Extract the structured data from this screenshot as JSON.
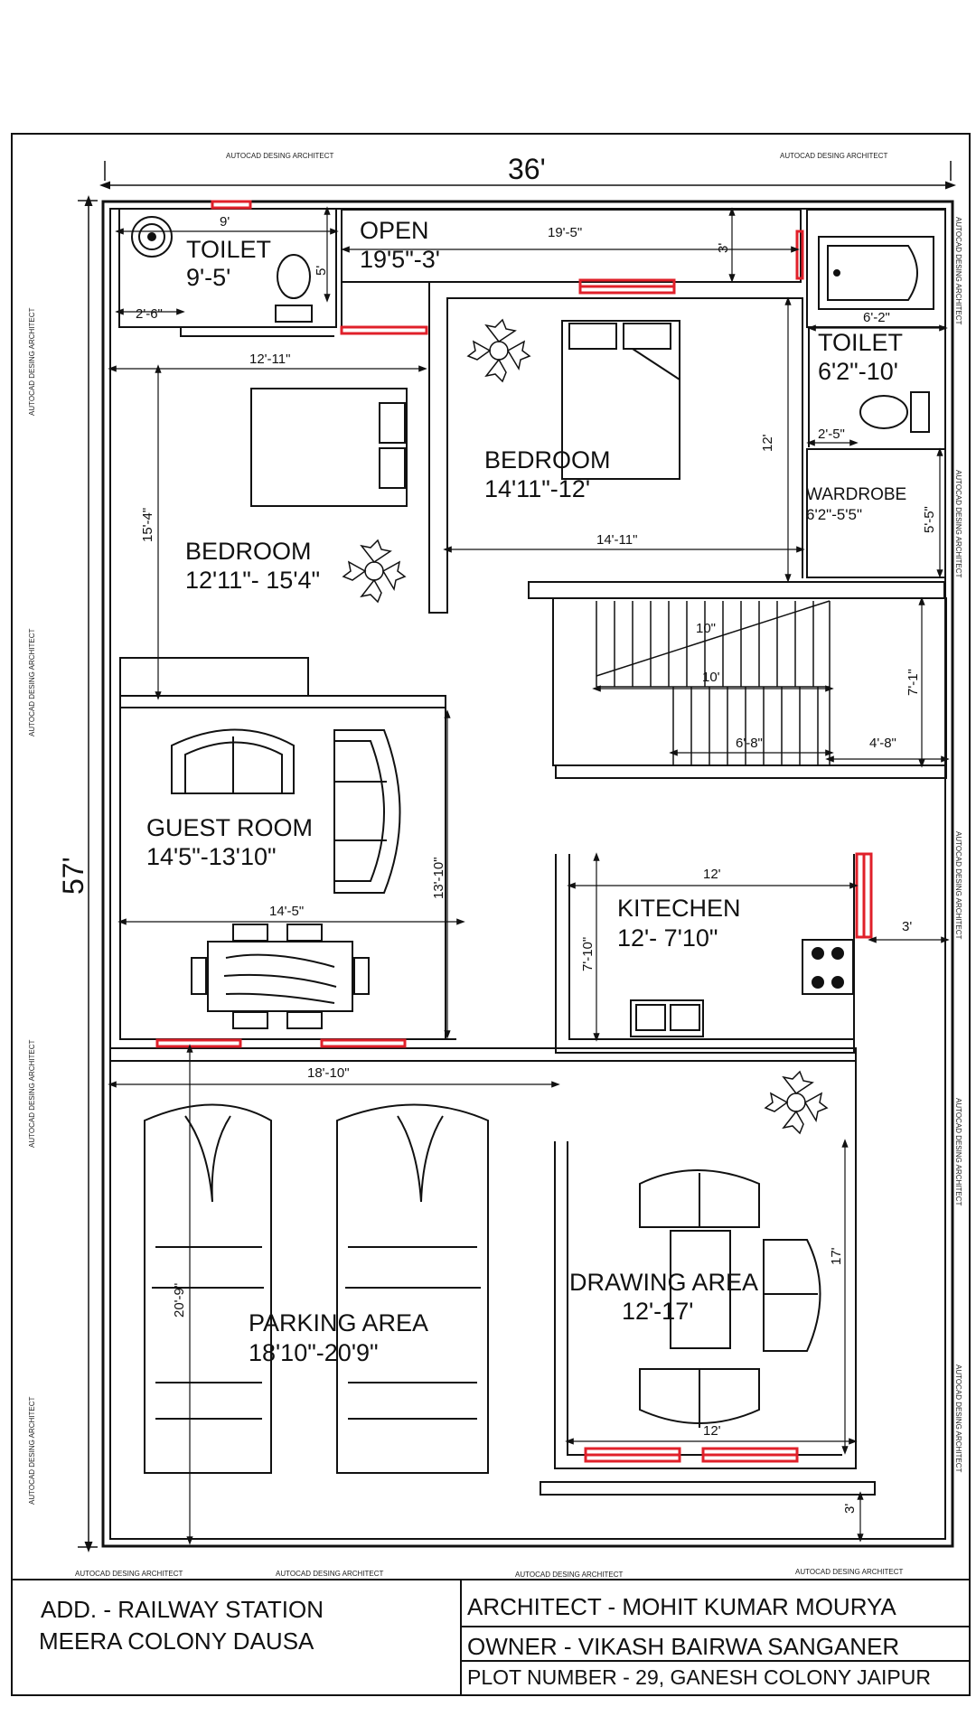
{
  "overall": {
    "width": "36'",
    "depth": "57'"
  },
  "watermark": "AUTOCAD DESING ARCHITECT",
  "rooms": {
    "toilet1": {
      "name": "TOILET",
      "size": "9'-5'",
      "dim_w": "9'",
      "dim_h": "5'",
      "dim_door": "2'-6\""
    },
    "open": {
      "name": "OPEN",
      "size": "19'5\"-3'",
      "dim_w": "19'-5\"",
      "dim_h": "3'"
    },
    "toilet2": {
      "name": "TOILET",
      "size": "6'2\"-10'",
      "dim_w": "6'-2\"",
      "dim_door": "2'-5\""
    },
    "bedroom1": {
      "name": "BEDROOM",
      "size": "12'11\"- 15'4\"",
      "dim_w": "12'-11\"",
      "dim_h": "15'-4\""
    },
    "bedroom2": {
      "name": "BEDROOM",
      "size": "14'11\"-12'",
      "dim_w": "14'-11\"",
      "dim_h": "12'"
    },
    "wardrobe": {
      "name": "WARDROBE",
      "size": "6'2\"-5'5\"",
      "dim_h": "5'-5\""
    },
    "stairs": {
      "dim_flight": "10\"",
      "dim_run": "10'",
      "dim_a": "6'-8\"",
      "dim_b": "4'-8\"",
      "dim_h": "7'-1\""
    },
    "guest": {
      "name": "GUEST ROOM",
      "size": "14'5\"-13'10\"",
      "dim_w": "14'-5\"",
      "dim_h": "13'-10\""
    },
    "kitchen": {
      "name": "KITECHEN",
      "size": "12'- 7'10\"",
      "dim_w": "12'",
      "dim_h": "7'-10\"",
      "dim_side": "3'"
    },
    "parking": {
      "name": "PARKING AREA",
      "size": "18'10\"-20'9\"",
      "dim_w": "18'-10\"",
      "dim_h": "20'-9\""
    },
    "drawing": {
      "name": "DRAWING AREA",
      "size": "12'-17'",
      "dim_w": "12'",
      "dim_h": "17'",
      "dim_front": "3'"
    }
  },
  "title_block": {
    "address_line1": "ADD. - RAILWAY STATION",
    "address_line2": "MEERA COLONY DAUSA",
    "architect": "ARCHITECT -   MOHIT KUMAR MOURYA",
    "owner": "OWNER - VIKASH BAIRWA SANGANER",
    "plot": "PLOT NUMBER - 29, GANESH COLONY JAIPUR"
  },
  "colors": {
    "line": "#111111",
    "window": "#e0202a"
  }
}
